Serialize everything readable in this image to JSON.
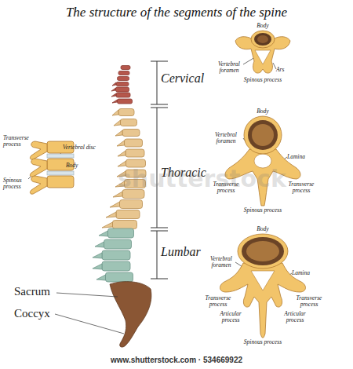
{
  "diagram": {
    "title": "The structure of the segments of the spine",
    "labels": [
      "Cervical",
      "Thoracic",
      "Lumbar",
      "Sacrum",
      "Coccyx",
      "Transverse process",
      "Vertebral disc",
      "Body",
      "Spinous process",
      "Body",
      "Vertebral foramen",
      "Ars",
      "Spinous process",
      "Body",
      "Vertebral foramen",
      "Lamina",
      "Transverse process",
      "Transverse process",
      "Spinous process",
      "Body",
      "Vertebral foramen",
      "Lamina",
      "Transverse process",
      "Transverse process",
      "Articular process",
      "Articular process",
      "Spinous process",
      "shutterstock",
      "www.shutterstock.com · 534669922"
    ]
  }
}
